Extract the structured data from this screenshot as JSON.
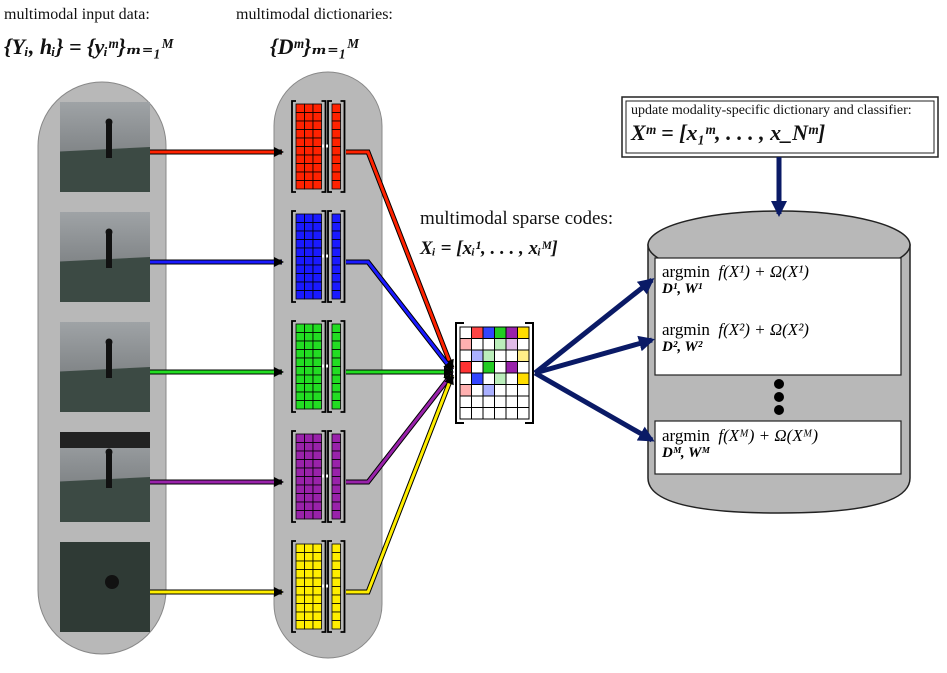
{
  "labels": {
    "input_title": "multimodal input data:",
    "input_formula": "{Yᵢ, hᵢ} = {yᵢᵐ}ₘ₌₁ᴹ",
    "dict_title": "multimodal dictionaries:",
    "dict_formula": "{Dᵐ}ₘ₌₁ᴹ",
    "codes_title": "multimodal sparse codes:",
    "codes_formula": "Xᵢ = [xᵢ¹, . . . , xᵢᴹ]",
    "update_title": "update modality-specific dictionary and classifier:",
    "update_formula": "Xᵐ = [x₁ᵐ, . . . , x_Nᵐ]"
  },
  "optimizations": [
    {
      "argmin": "argmin",
      "objective": "f(X¹) + Ω(X¹)",
      "variables": "D¹, W¹"
    },
    {
      "argmin": "argmin",
      "objective": "f(X²) + Ω(X²)",
      "variables": "D², W²"
    },
    {
      "argmin": "argmin",
      "objective": "f(Xᴹ) + Ω(Xᴹ)",
      "variables": "Dᴹ, Wᴹ"
    }
  ],
  "modalities": [
    {
      "color": "#ff2200"
    },
    {
      "color": "#1a1aff"
    },
    {
      "color": "#22dd22"
    },
    {
      "color": "#9922aa"
    },
    {
      "color": "#ffee00"
    }
  ],
  "colors": {
    "panel": "#b8b8b8",
    "arrow_dark": "#0a1a66",
    "photo_floor": "#3c4a44"
  }
}
